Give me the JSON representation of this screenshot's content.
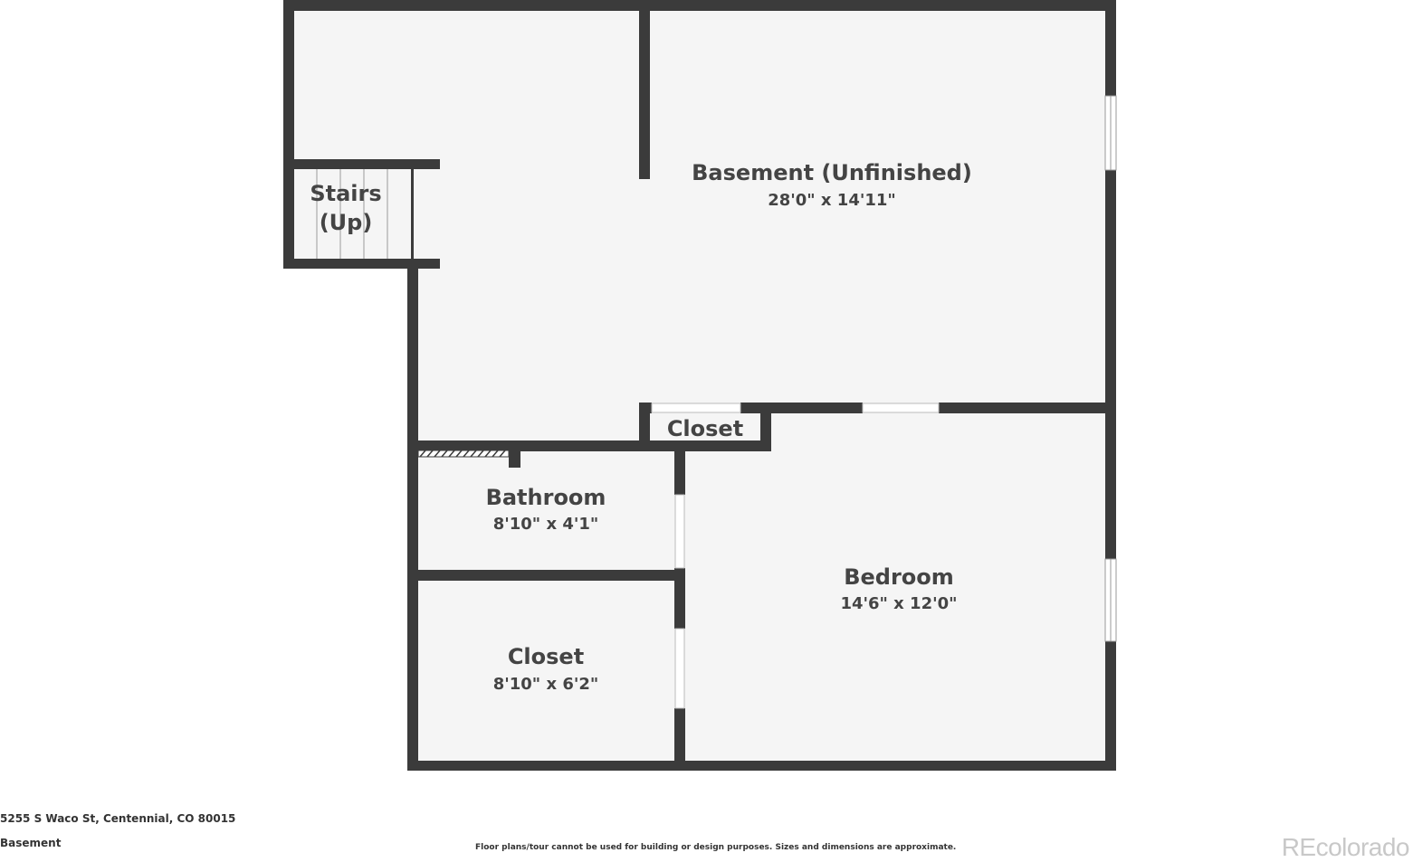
{
  "colors": {
    "wall": "#3b3b3b",
    "floor": "#f5f5f5",
    "text": "#444444"
  },
  "rooms": {
    "basement": {
      "name": "Basement (Unfinished)",
      "dims": "28'0\" x 14'11\""
    },
    "stairs": {
      "name_line1": "Stairs",
      "name_line2": "(Up)"
    },
    "closet_small": {
      "name": "Closet"
    },
    "bathroom": {
      "name": "Bathroom",
      "dims": "8'10\" x 4'1\""
    },
    "closet": {
      "name": "Closet",
      "dims": "8'10\" x 6'2\""
    },
    "bedroom": {
      "name": "Bedroom",
      "dims": "14'6\" x 12'0\""
    }
  },
  "footer": {
    "address": "5255 S Waco St, Centennial, CO 80015",
    "level": "Basement",
    "disclaimer": "Floor plans/tour cannot be used for building or design purposes. Sizes and dimensions are approximate.",
    "watermark": "REcolorado"
  }
}
